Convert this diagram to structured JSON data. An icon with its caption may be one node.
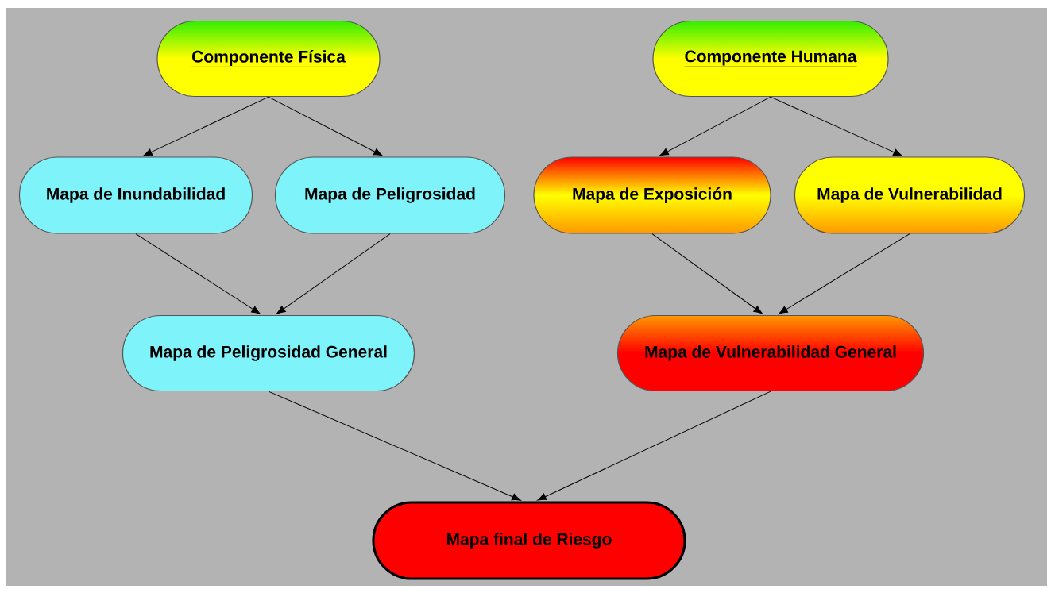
{
  "diagram": {
    "nodes": [
      {
        "text": [
          "Componente Física"
        ]
      },
      {
        "text": [
          "Componente Humana"
        ]
      },
      {
        "text": [
          "Mapa de Inundabilidad"
        ]
      },
      {
        "text": [
          "Mapa de Peligrosidad"
        ]
      },
      {
        "text": [
          "Mapa de Exposición"
        ]
      },
      {
        "text": [
          "Mapa de Vulnerabilidad"
        ]
      },
      {
        "text": [
          "Mapa de Peligrosidad General"
        ]
      },
      {
        "text": [
          "Mapa de Vulnerabilidad General"
        ]
      },
      {
        "text": [
          "Mapa final de Riesgo"
        ]
      }
    ],
    "edges": [
      {
        "from": 0,
        "to": 2,
        "arrow": "to"
      },
      {
        "from": 0,
        "to": 3,
        "arrow": "to"
      },
      {
        "from": 1,
        "to": 4,
        "arrow": "to"
      },
      {
        "from": 1,
        "to": 5,
        "arrow": "to"
      },
      {
        "from": 2,
        "to": 6,
        "arrow": "to"
      },
      {
        "from": 3,
        "to": 6,
        "arrow": "to"
      },
      {
        "from": 4,
        "to": 7,
        "arrow": "to"
      },
      {
        "from": 5,
        "to": 7,
        "arrow": "to"
      },
      {
        "from": 6,
        "to": 8,
        "arrow": "to"
      },
      {
        "from": 7,
        "to": 8,
        "arrow": "to"
      }
    ]
  }
}
